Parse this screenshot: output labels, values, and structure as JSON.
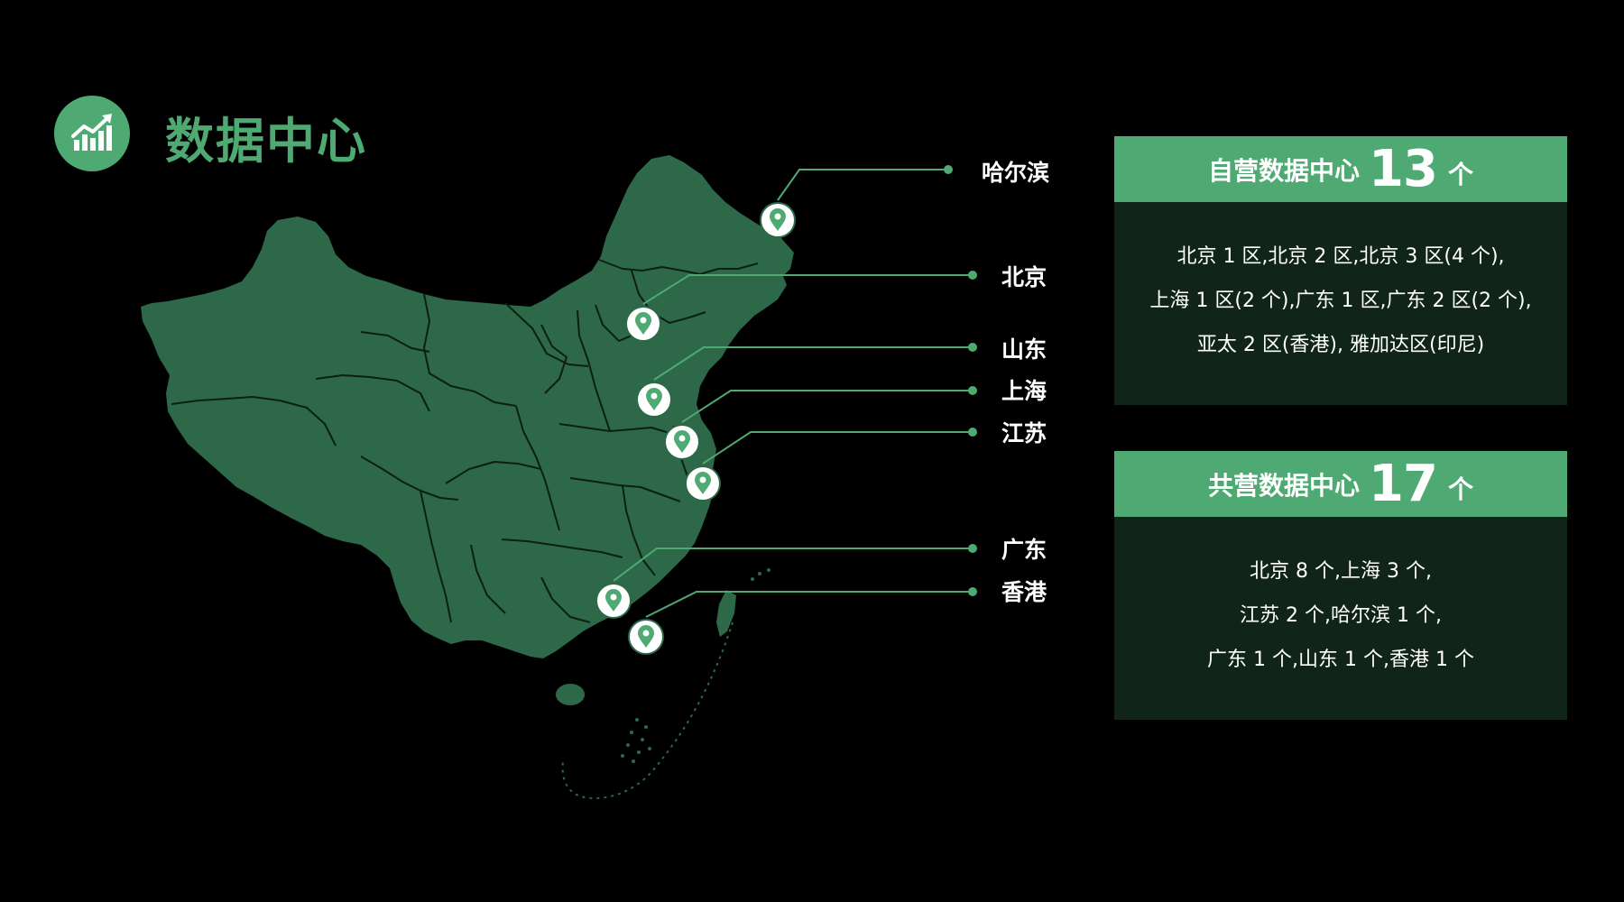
{
  "header": {
    "title": "数据中心",
    "icon": "growth-chart-icon"
  },
  "colors": {
    "accent": "#4eaa72",
    "map_fill": "#2d6848",
    "border": "#0b1f14",
    "panel_body": "#10241a",
    "background": "#000000"
  },
  "map": {
    "pin_icon": "map-pin-icon",
    "cities": [
      {
        "name": "哈尔滨"
      },
      {
        "name": "北京"
      },
      {
        "name": "山东"
      },
      {
        "name": "上海"
      },
      {
        "name": "江苏"
      },
      {
        "name": "广东"
      },
      {
        "name": "香港"
      }
    ]
  },
  "self_owned": {
    "title": "自营数据中心",
    "count": "13",
    "unit": "个",
    "lines": [
      "北京 1 区,北京 2 区,北京 3 区(4 个),",
      "上海 1 区(2 个),广东 1 区,广东 2 区(2 个),",
      "亚太 2 区(香港), 雅加达区(印尼)"
    ]
  },
  "co_operated": {
    "title": "共营数据中心",
    "count": "17",
    "unit": "个",
    "lines": [
      "北京 8 个,上海 3 个,",
      "江苏 2 个,哈尔滨 1 个,",
      "广东 1 个,山东 1 个,香港 1 个"
    ]
  }
}
